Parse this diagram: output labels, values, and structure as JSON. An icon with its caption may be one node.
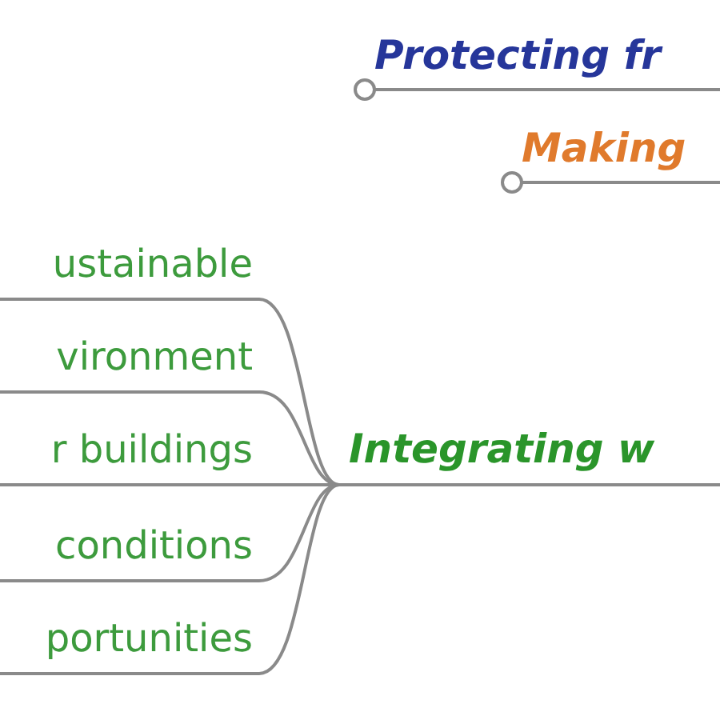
{
  "diagram": {
    "nodes": [
      {
        "text": [
          "Protecting fr"
        ]
      },
      {
        "text": [
          "Making"
        ]
      },
      {
        "text": [
          "Integrating w"
        ]
      },
      {
        "text": [
          "ustainable"
        ]
      },
      {
        "text": [
          "vironment"
        ]
      },
      {
        "text": [
          "r buildings"
        ]
      },
      {
        "text": [
          "conditions"
        ]
      },
      {
        "text": [
          "portunities"
        ]
      }
    ],
    "edges": [
      {
        "from": 2,
        "to": 3,
        "arrow": "none"
      },
      {
        "from": 2,
        "to": 4,
        "arrow": "none"
      },
      {
        "from": 2,
        "to": 5,
        "arrow": "none"
      },
      {
        "from": 2,
        "to": 6,
        "arrow": "none"
      },
      {
        "from": 2,
        "to": 7,
        "arrow": "none"
      }
    ]
  }
}
